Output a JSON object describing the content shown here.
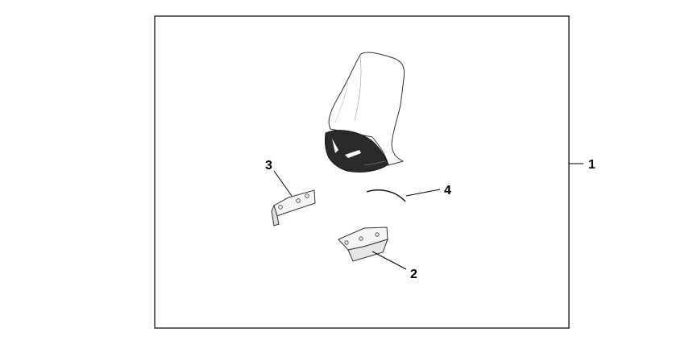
{
  "diagram": {
    "callouts": {
      "kit": "1",
      "lower_bracket": "2",
      "left_bracket": "3",
      "trim_strip": "4"
    }
  }
}
